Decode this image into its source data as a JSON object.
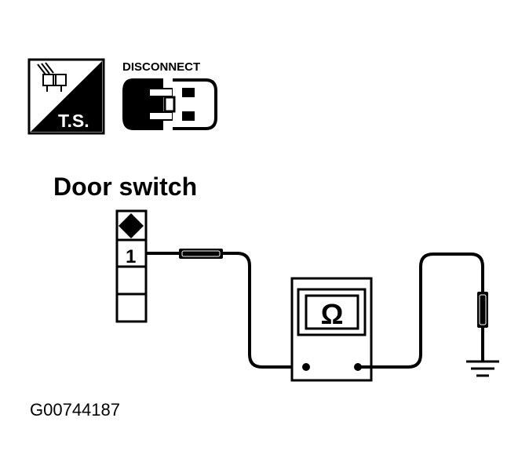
{
  "icons": {
    "ts_icon": {
      "name": "trouble-shooting-icon",
      "text": "T.S."
    },
    "disconnect_icon": {
      "name": "disconnect-connector-icon",
      "text": "DISCONNECT"
    }
  },
  "component": {
    "name": "Door switch",
    "terminal": "1"
  },
  "meter": {
    "icon": "ohmmeter-icon",
    "symbol": "Ω"
  },
  "ground": {
    "icon": "ground-icon"
  },
  "figure_id": "G00744187",
  "colors": {
    "ink": "#000000",
    "paper": "#ffffff"
  }
}
